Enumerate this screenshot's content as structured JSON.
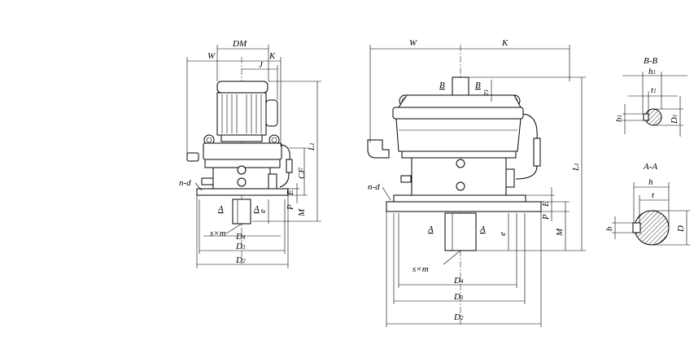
{
  "left_view": {
    "W": "W",
    "DM": "DM",
    "K": "K",
    "J": "J",
    "L1": "L",
    "L1_sub": "1",
    "CF": "CF",
    "E": "E",
    "P": "P",
    "M": "M",
    "e": "e",
    "n_d": "n-d",
    "A_left": "A",
    "A_right": "A",
    "s_m": "s×m",
    "D4": "D",
    "D4_sub": "4",
    "D3": "D",
    "D3_sub": "3",
    "D2": "D",
    "D2_sub": "2"
  },
  "right_view": {
    "W": "W",
    "K": "K",
    "B_left": "B",
    "B_right": "B",
    "e1": "e",
    "e1_sub": "1",
    "L1": "L",
    "L1_sub": "1",
    "n_d": "n-d",
    "E": "E",
    "P": "P",
    "M": "M",
    "e": "e",
    "A_left": "A",
    "A_right": "A",
    "s_m": "s×m",
    "D4": "D",
    "D4_sub": "4",
    "D3": "D",
    "D3_sub": "3",
    "D2": "D",
    "D2_sub": "2"
  },
  "section_bb": {
    "title": "B-B",
    "h1": "h",
    "h1_sub": "1",
    "t1": "t",
    "t1_sub": "1",
    "b1": "b",
    "b1_sub": "1",
    "D1": "D",
    "D1_sub": "1"
  },
  "section_aa": {
    "title": "A-A",
    "h": "h",
    "t": "t",
    "b": "b",
    "D": "D"
  }
}
